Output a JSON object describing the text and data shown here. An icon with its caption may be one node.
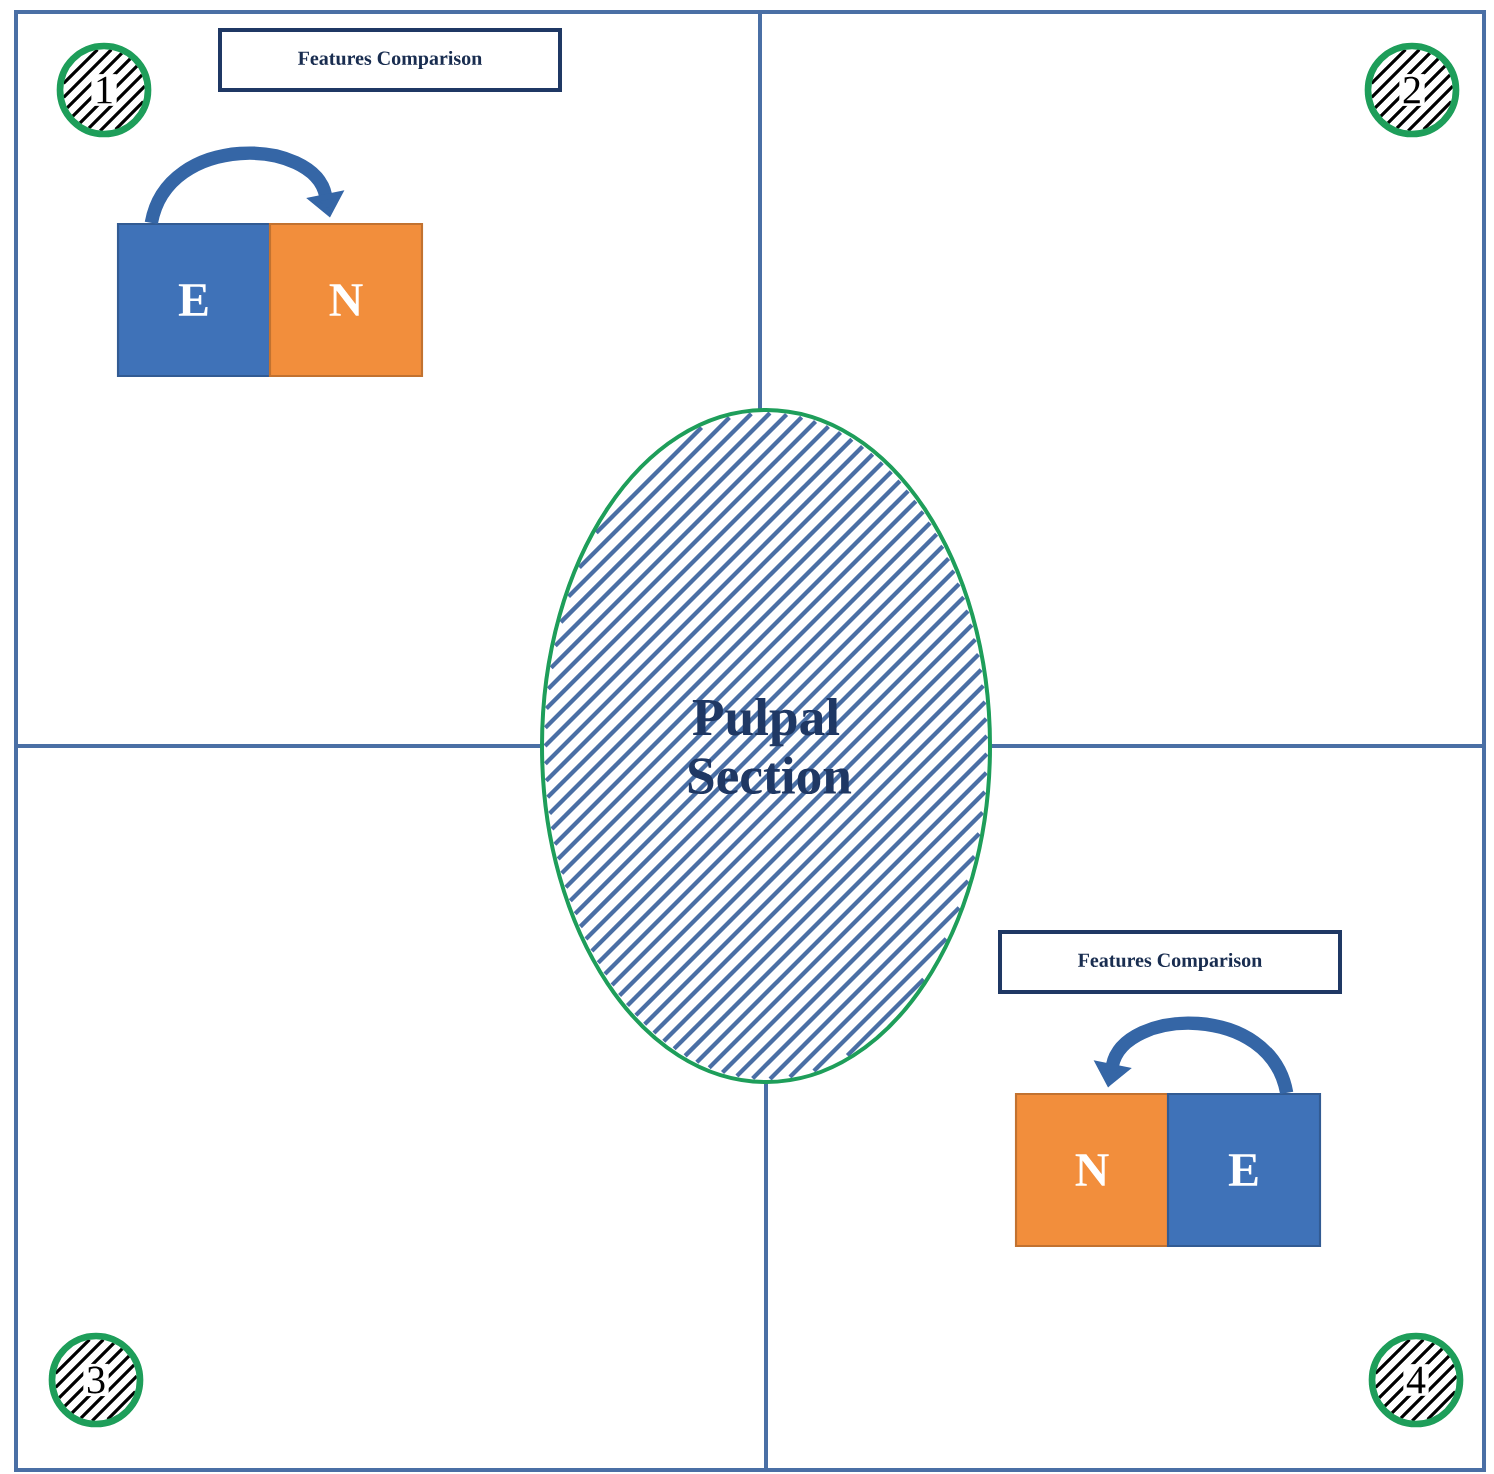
{
  "diagram": {
    "nodes": [
      {
        "text": [
          "1"
        ]
      },
      {
        "text": [
          "Features Comparison"
        ]
      },
      {
        "text": [
          "E"
        ]
      },
      {
        "text": [
          "N"
        ]
      },
      {
        "text": [
          "2"
        ]
      },
      {
        "text": [
          "Pulpal Section"
        ]
      },
      {
        "text": [
          "3"
        ]
      },
      {
        "text": [
          "Features Comparison"
        ]
      },
      {
        "text": [
          "N"
        ]
      },
      {
        "text": [
          "E"
        ]
      },
      {
        "text": [
          "4"
        ]
      }
    ],
    "edges": [
      {
        "from": 2,
        "to": 3,
        "arrow": "to"
      },
      {
        "from": 9,
        "to": 8,
        "arrow": "to"
      }
    ]
  }
}
